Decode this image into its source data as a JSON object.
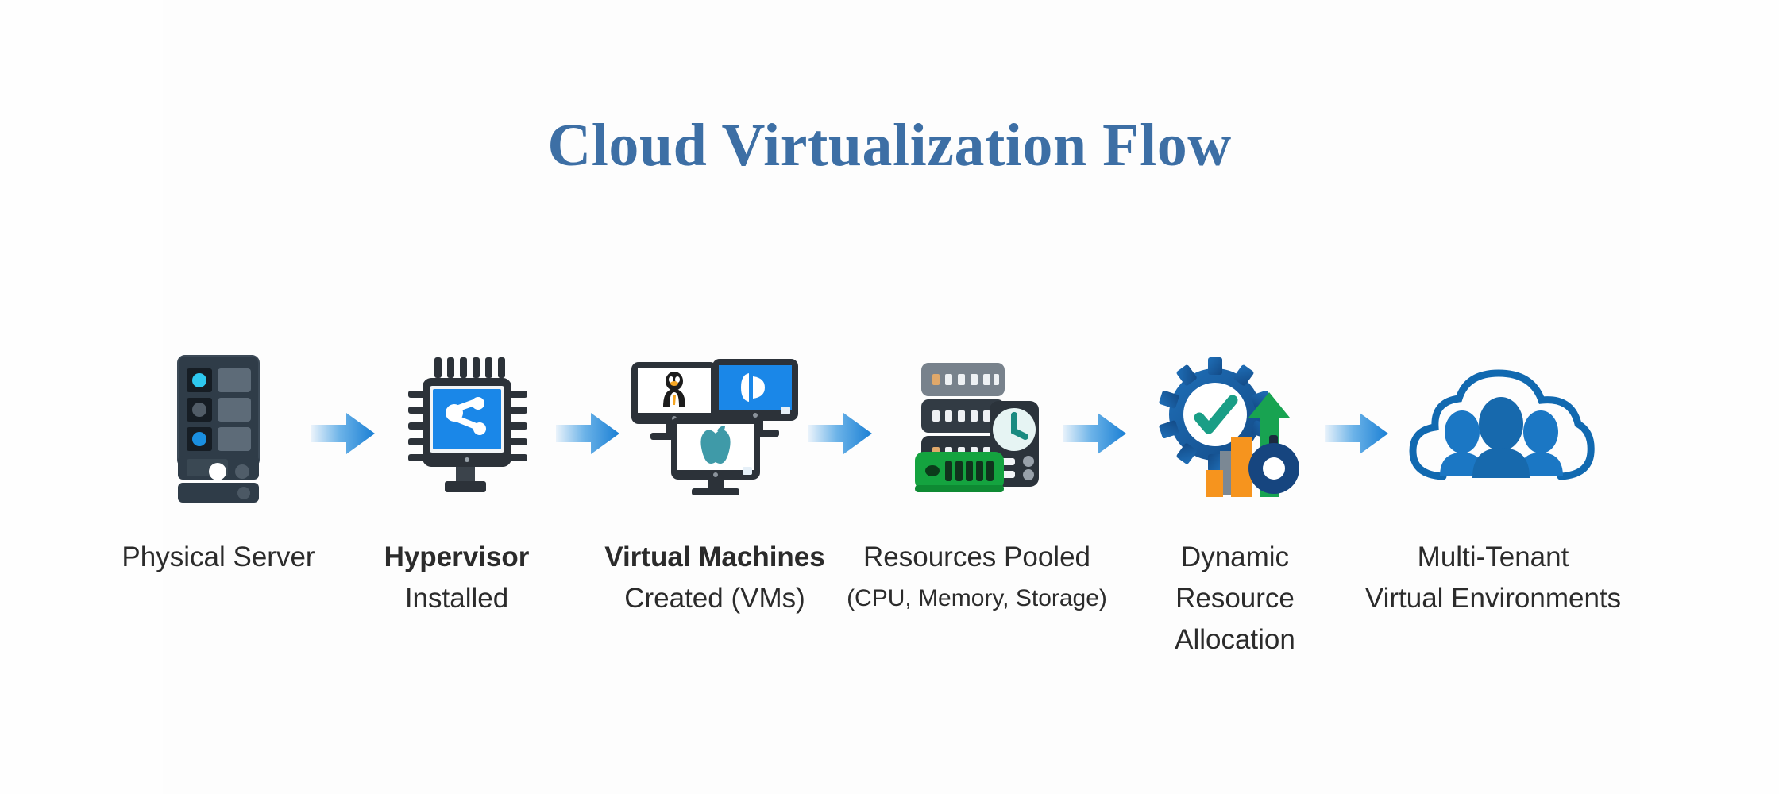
{
  "page": {
    "title": "Cloud Virtualization Flow",
    "title_color": "#3d6fa5",
    "background": "#ffffff",
    "arrow_color_start": "#e8f2fb",
    "arrow_color_end": "#1a7fd4",
    "text_color": "#2b2b2b"
  },
  "steps": [
    {
      "icon": "physical-server-icon",
      "line1": "Physical Server",
      "line2": "",
      "line3": "",
      "bold_head": false
    },
    {
      "icon": "hypervisor-chip-monitor-icon",
      "line1": "Hypervisor",
      "line2": "Installed",
      "line3": "",
      "bold_head": true
    },
    {
      "icon": "virtual-machines-monitors-icon",
      "line1": "Virtual Machines",
      "line2": "Created (VMs)",
      "line3": "",
      "bold_head": true
    },
    {
      "icon": "resource-pool-servers-icon",
      "line1": "Resources Pooled",
      "line2": "(CPU, Memory, Storage)",
      "line3": "",
      "bold_head": false
    },
    {
      "icon": "dynamic-allocation-gear-chart-icon",
      "line1": "Dynamic",
      "line2": "Resource",
      "line3": "Allocation",
      "bold_head": false
    },
    {
      "icon": "multi-tenant-cloud-users-icon",
      "line1": "Multi-Tenant",
      "line2": "Virtual Environments",
      "line3": "",
      "bold_head": false
    }
  ],
  "arrows": [
    {
      "name": "arrow-1"
    },
    {
      "name": "arrow-2"
    },
    {
      "name": "arrow-3"
    },
    {
      "name": "arrow-4"
    },
    {
      "name": "arrow-5"
    }
  ]
}
